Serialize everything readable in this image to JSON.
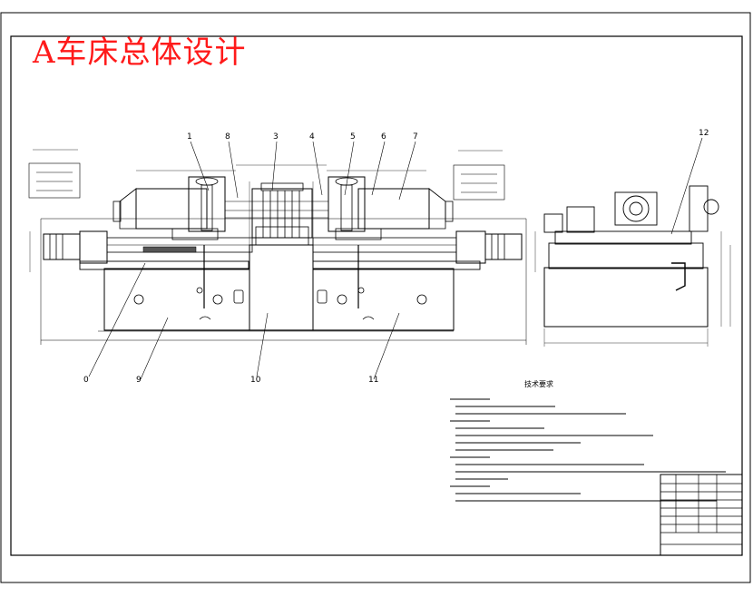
{
  "title": "A车床总体设计",
  "callouts": {
    "c1": "1",
    "c8": "8",
    "c3": "3",
    "c4": "4",
    "c5": "5",
    "c6": "6",
    "c7": "7",
    "c12": "12",
    "c0": "0",
    "c9": "9",
    "c10": "10",
    "c11": "11"
  },
  "notes_title": "技术要求"
}
